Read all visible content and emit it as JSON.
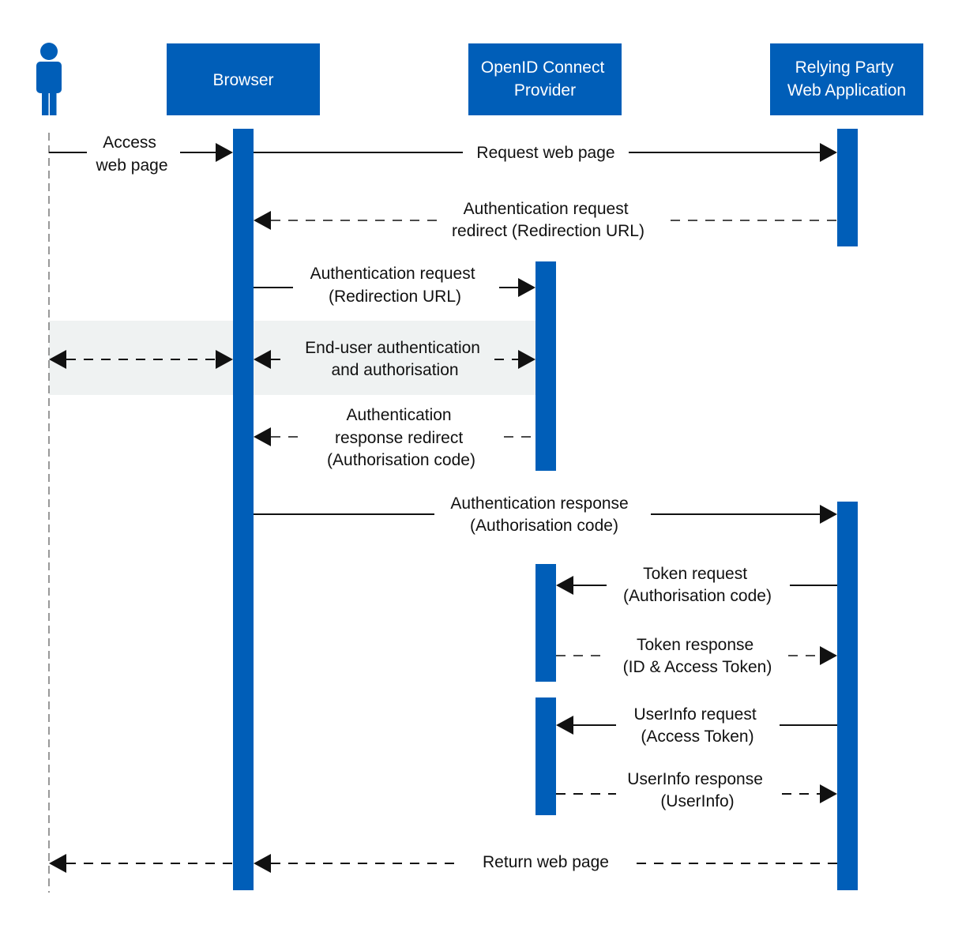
{
  "colors": {
    "actor_box": "#005EB8",
    "activation_bar": "#005EB8",
    "user_icon": "#005EB8",
    "highlight_band": "#EFF2F2",
    "line": "#111111"
  },
  "user": {
    "icon": "person-icon"
  },
  "actors": {
    "browser": {
      "label_lines": [
        "Browser"
      ]
    },
    "op": {
      "label_lines": [
        "OpenID Connect",
        "Provider"
      ]
    },
    "rp": {
      "label_lines": [
        "Relying Party",
        "Web Application"
      ]
    }
  },
  "messages": [
    {
      "id": "access-web-page",
      "label_lines": [
        "Access",
        "web page"
      ],
      "style": "solid",
      "direction": "user-to-browser"
    },
    {
      "id": "request-web-page",
      "label_lines": [
        "Request web page"
      ],
      "style": "solid",
      "direction": "browser-to-rp"
    },
    {
      "id": "auth-request-redirect",
      "label_lines": [
        "Authentication request",
        "redirect (Redirection URL)"
      ],
      "style": "dashed",
      "direction": "rp-to-browser"
    },
    {
      "id": "auth-request",
      "label_lines": [
        "Authentication request",
        "(Redirection URL)"
      ],
      "style": "solid",
      "direction": "browser-to-op"
    },
    {
      "id": "end-user-auth",
      "label_lines": [
        "End-user authentication",
        "and authorisation"
      ],
      "style": "dashed",
      "direction": "bidirectional"
    },
    {
      "id": "auth-response-redirect",
      "label_lines": [
        "Authentication",
        "response redirect",
        "(Authorisation code)"
      ],
      "style": "dashed",
      "direction": "op-to-browser"
    },
    {
      "id": "auth-response",
      "label_lines": [
        "Authentication response",
        "(Authorisation code)"
      ],
      "style": "solid",
      "direction": "browser-to-rp"
    },
    {
      "id": "token-request",
      "label_lines": [
        "Token request",
        "(Authorisation code)"
      ],
      "style": "solid",
      "direction": "rp-to-op"
    },
    {
      "id": "token-response",
      "label_lines": [
        "Token response",
        "(ID & Access Token)"
      ],
      "style": "dashed",
      "direction": "op-to-rp"
    },
    {
      "id": "userinfo-request",
      "label_lines": [
        "UserInfo request",
        "(Access Token)"
      ],
      "style": "solid",
      "direction": "rp-to-op"
    },
    {
      "id": "userinfo-response",
      "label_lines": [
        "UserInfo response",
        "(UserInfo)"
      ],
      "style": "dashed",
      "direction": "op-to-rp"
    },
    {
      "id": "return-web-page",
      "label_lines": [
        "Return web page"
      ],
      "style": "dashed",
      "direction": "rp-to-user"
    }
  ]
}
